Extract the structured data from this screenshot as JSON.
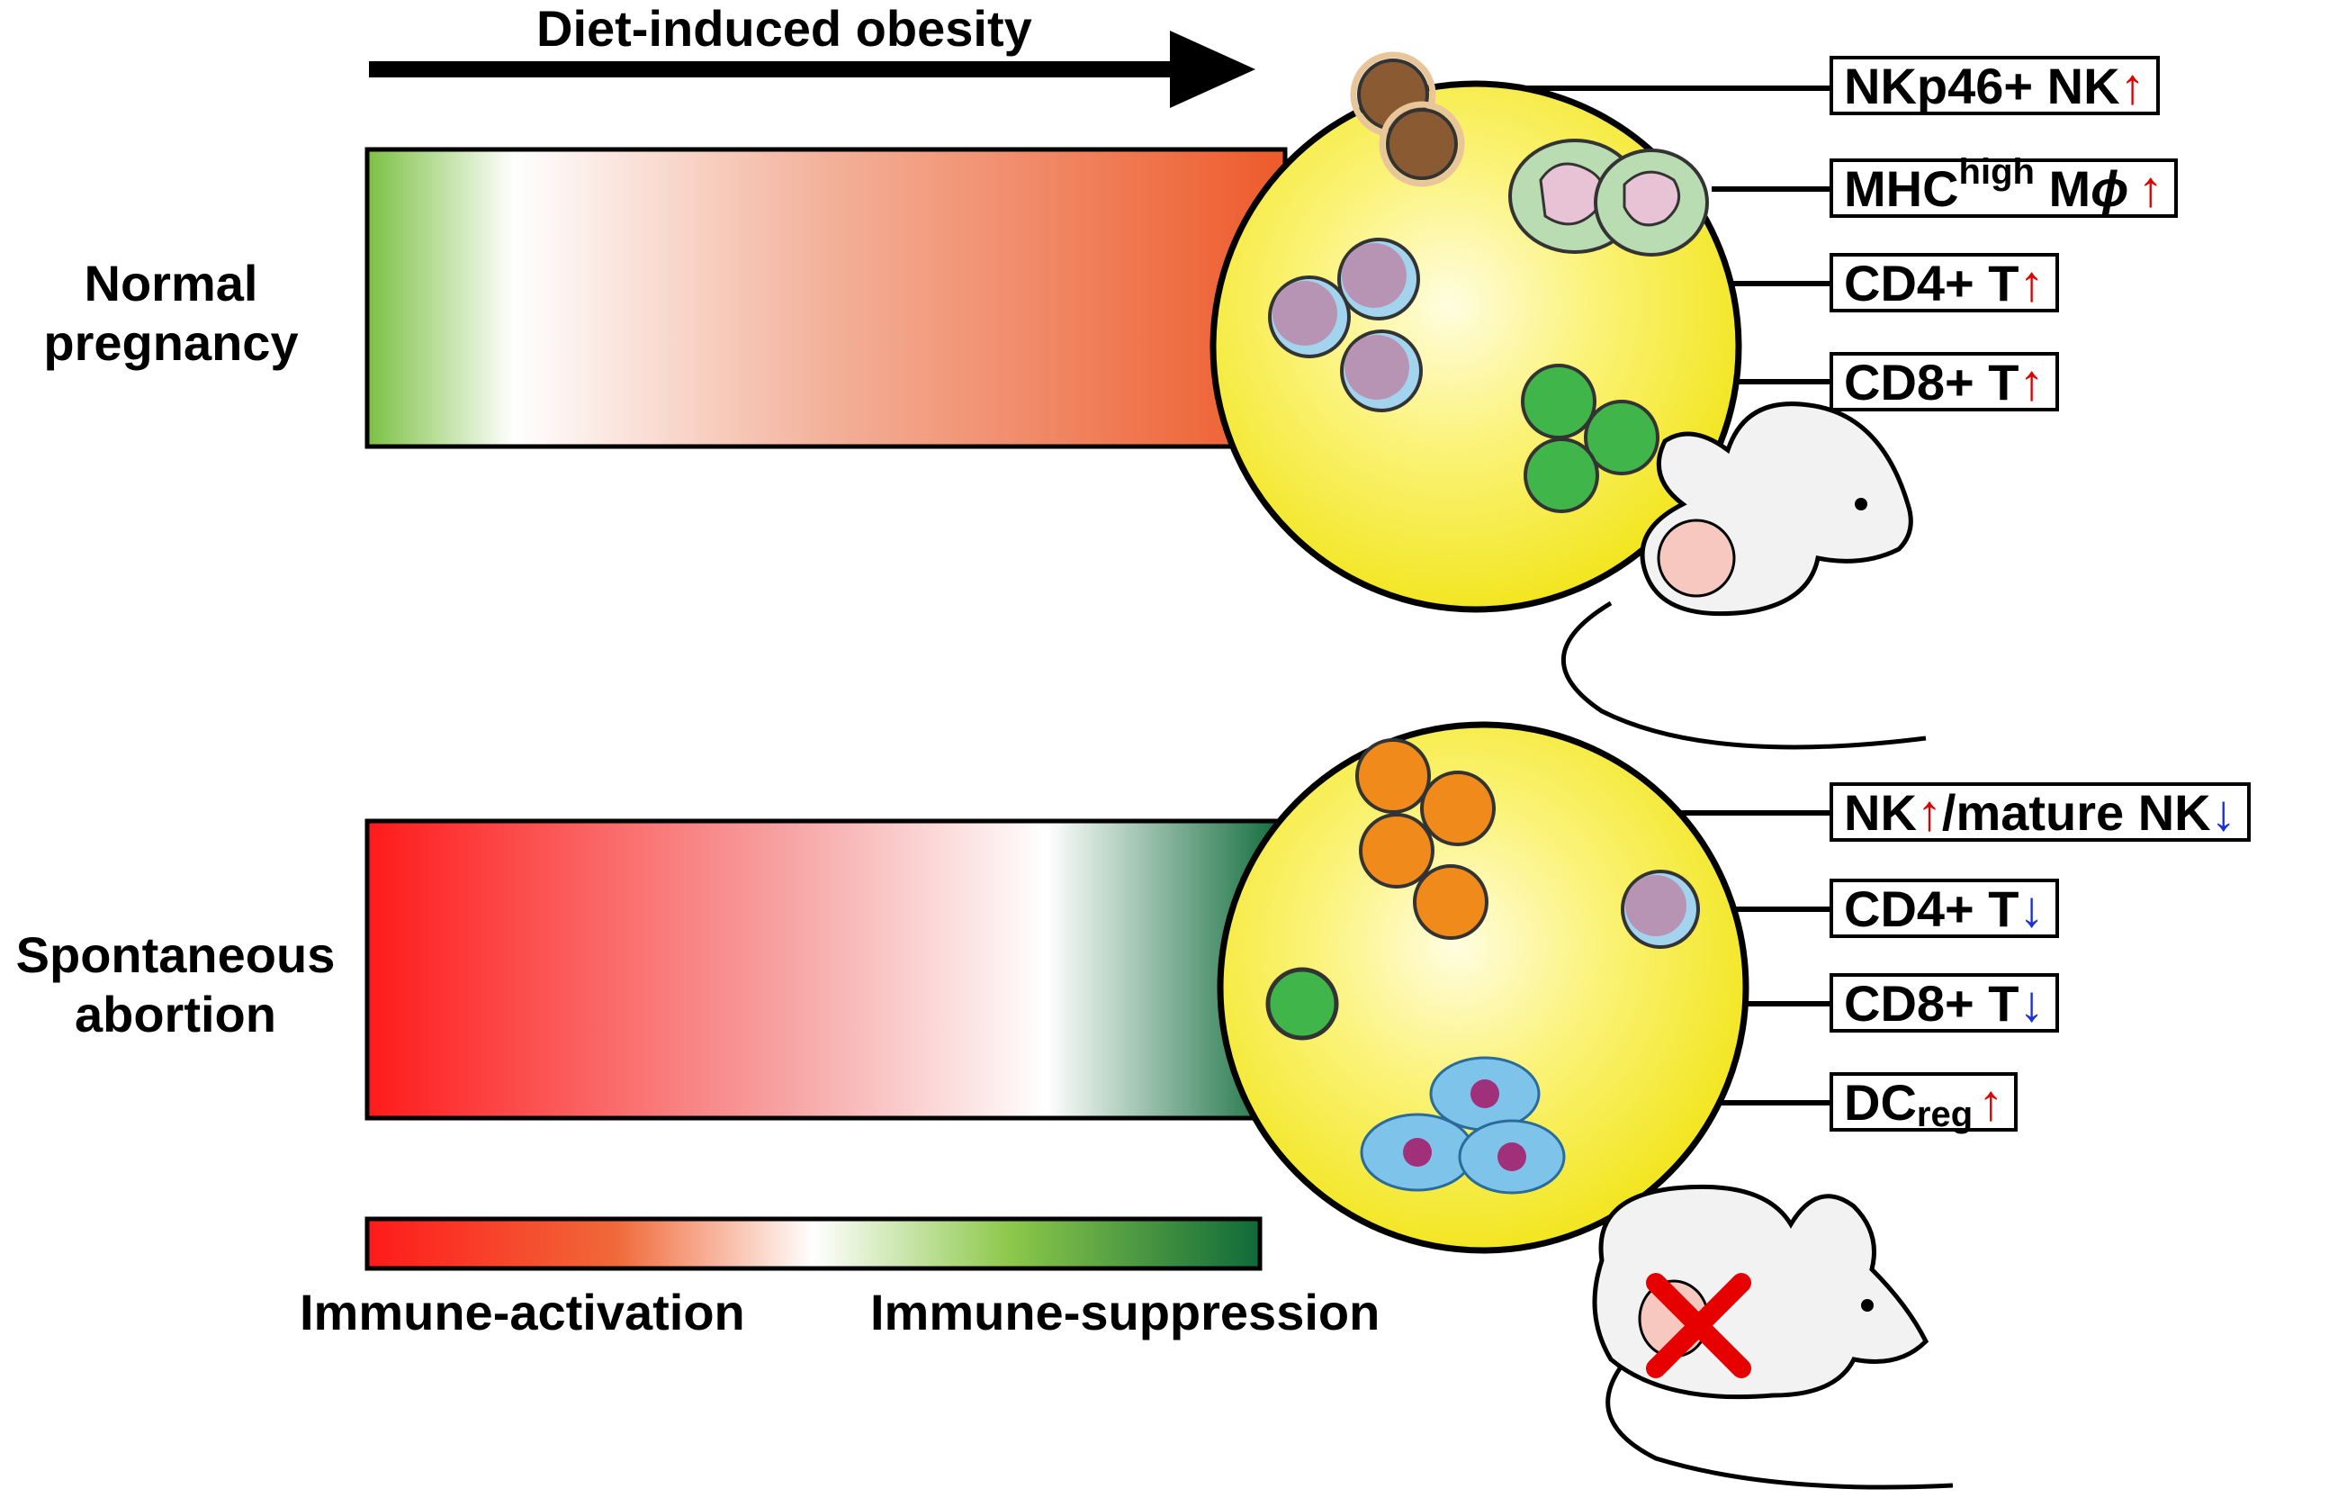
{
  "header": {
    "arrow_label": "Diet-induced obesity"
  },
  "rows": [
    {
      "label_line1": "Normal",
      "label_line2": "pregnancy",
      "markers": [
        {
          "text": "NKp46+ NK",
          "arrow": "↑"
        },
        {
          "prefix": "MHC",
          "sup": "high",
          "suffix": " M",
          "phi": "ϕ",
          "arrow": "↑"
        },
        {
          "text": "CD4+ T",
          "arrow": "↑"
        },
        {
          "text": "CD8+ T",
          "arrow": "↑"
        }
      ]
    },
    {
      "label_line1": "Spontaneous",
      "label_line2": "abortion",
      "markers": [
        {
          "text": "NK",
          "arrow": "↑",
          "text2": "/mature NK",
          "arrow2": "↓"
        },
        {
          "text": "CD4+ T",
          "arrow": "↓"
        },
        {
          "text": "CD8+ T",
          "arrow": "↓"
        },
        {
          "prefix": "DC",
          "sub": "reg",
          "arrow": "↑"
        }
      ]
    }
  ],
  "legend": {
    "left_label": "Immune-activation",
    "right_label": "Immune-suppression"
  },
  "colors": {
    "activation_red": "#ff1a1a",
    "suppression_green": "#0f6a3a",
    "normal_green": "#7cc043",
    "normal_orange": "#ee5a2a",
    "circle_yellow": "#f5ec2f",
    "up_arrow": "#e00000",
    "down_arrow": "#1a2fd8"
  }
}
